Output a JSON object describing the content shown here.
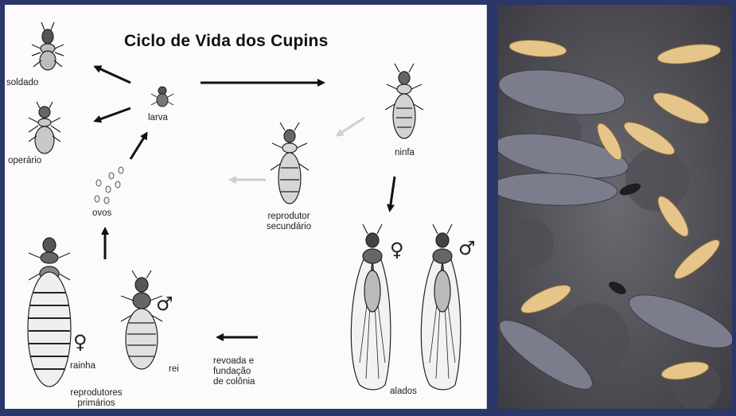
{
  "diagram": {
    "title": "Ciclo de Vida dos Cupins",
    "labels": {
      "soldado": "soldado",
      "operario": "operário",
      "larva": "larva",
      "ovos": "ovos",
      "ninfa": "ninfa",
      "reprodutor_secundario_1": "reprodutor",
      "reprodutor_secundario_2": "secundário",
      "rainha": "rainha",
      "rei": "rei",
      "reprodutores_primarios_1": "reprodutores",
      "reprodutores_primarios_2": "primários",
      "revoada_1": "revoada e",
      "revoada_2": "fundação",
      "revoada_3": "de colônia",
      "alados": "alados"
    },
    "symbols": {
      "female": "♀",
      "male": "♂"
    }
  },
  "photo": {
    "icon": "termite-swarm-photo",
    "colors": {
      "ground": "#5b5a5e",
      "wing": "#6f7180",
      "worker": "#e7c98a"
    }
  }
}
